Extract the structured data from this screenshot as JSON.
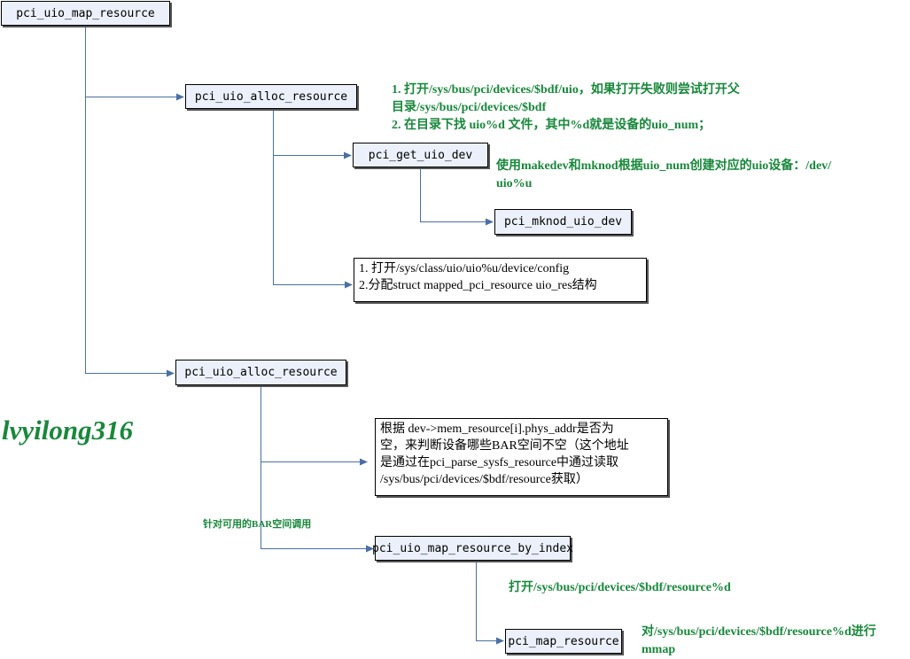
{
  "nodes": {
    "root": "pci_uio_map_resource",
    "alloc1": "pci_uio_alloc_resource",
    "get_dev": "pci_get_uio_dev",
    "mknod": "pci_mknod_uio_dev",
    "alloc2": "pci_uio_alloc_resource",
    "map_by_index": "pci_uio_map_resource_by_index",
    "map_resource": "pci_map_resource"
  },
  "notes": {
    "alloc1_steps": [
      "1. 打开/sys/bus/pci/devices/$bdf/uio，如果打开失败则尝试打开父",
      "目录/sys/bus/pci/devices/$bdf",
      "2. 在目录下找 uio%d 文件，其中%d就是设备的uio_num；"
    ],
    "mknod_desc": [
      "使用makedev和mknod根据uio_num创建对应的uio设备：/dev/",
      "uio%u"
    ],
    "config_box": [
      "1. 打开/sys/class/uio/uio%u/device/config",
      "2.分配struct mapped_pci_resource uio_res结构"
    ],
    "phys_box": [
      "根据 dev->mem_resource[i].phys_addr是否为",
      "空，来判断设备哪些BAR空间不空（这个地址",
      "是通过在pci_parse_sysfs_resource中通过读取",
      "/sys/bus/pci/devices/$bdf/resource获取）"
    ],
    "bar_label": "针对可用的BAR空间调用",
    "open_resource": "打开/sys/bus/pci/devices/$bdf/resource%d",
    "mmap_desc": [
      "对/sys/bus/pci/devices/$bdf/resource%d进行",
      "mmap"
    ]
  },
  "watermark": "lvyilong316",
  "colors": {
    "node_fill": "#ebf0fa",
    "line": "#4a6fa5",
    "note_text": "#18883b"
  }
}
